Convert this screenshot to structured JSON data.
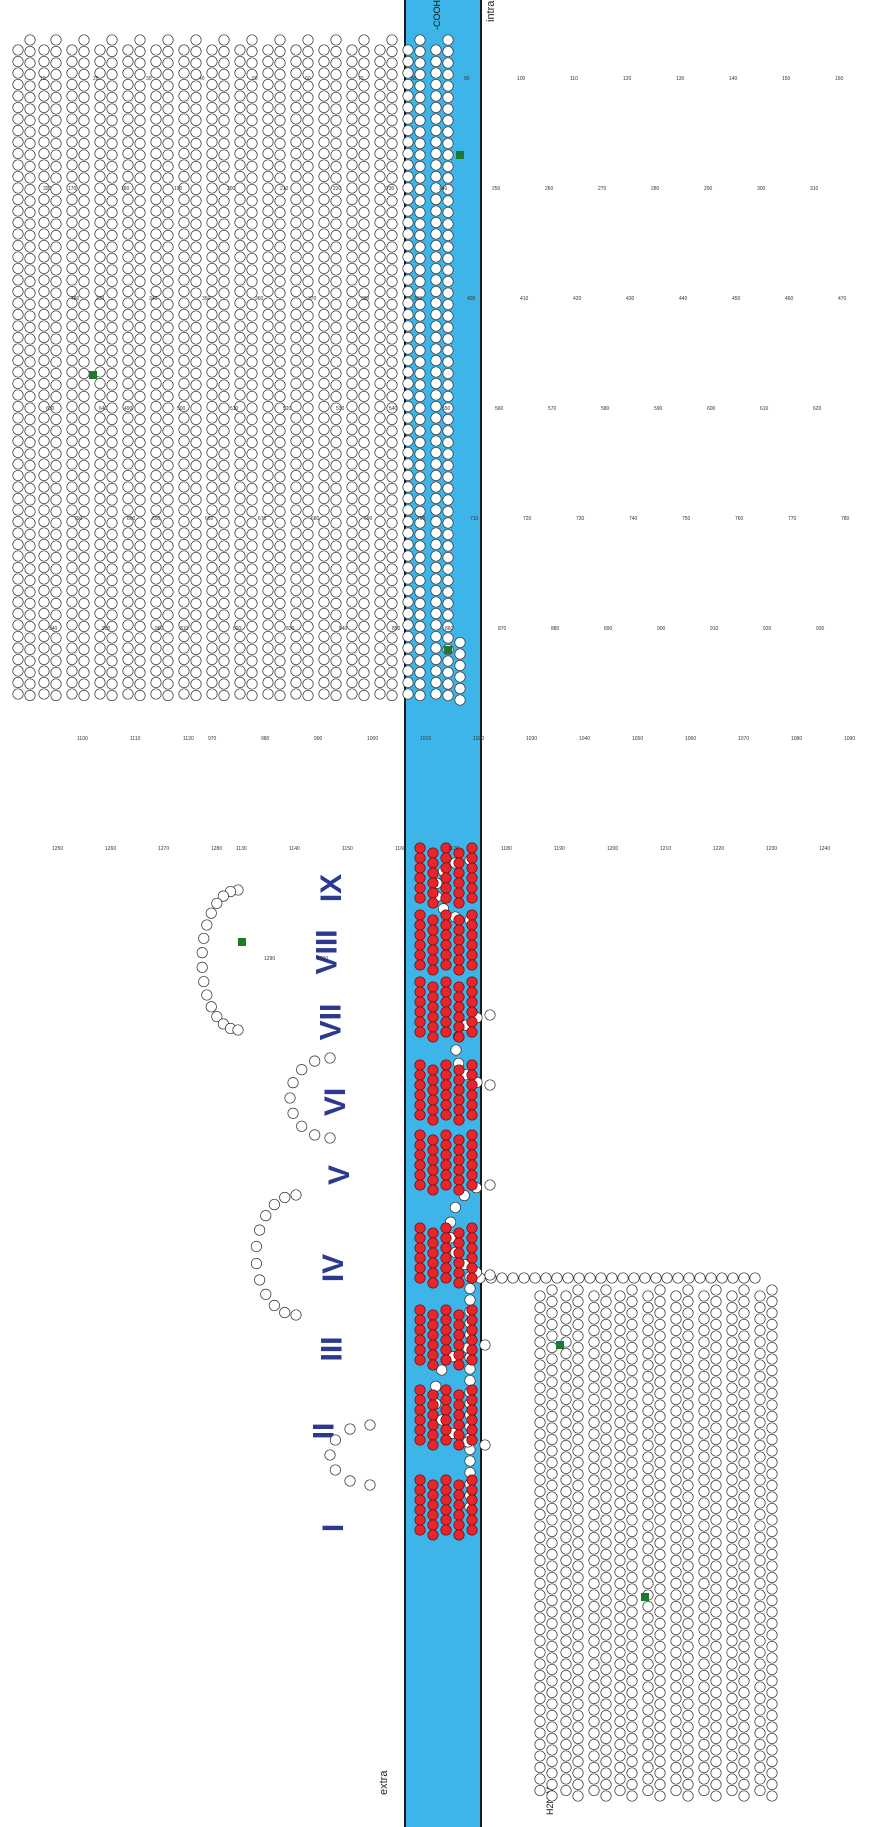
{
  "labels": {
    "extra": "extra",
    "intra": "intra",
    "n_terminus": "H2N-M",
    "c_terminus": "-COOH"
  },
  "helices": [
    "I",
    "II",
    "III",
    "IV",
    "V",
    "VI",
    "VII",
    "VIII",
    "IX"
  ],
  "residue_numbers": [
    "10",
    "20",
    "30",
    "40",
    "50",
    "60",
    "70",
    "80",
    "90",
    "100",
    "110",
    "120",
    "130",
    "140",
    "150",
    "160",
    "170",
    "180",
    "190",
    "200",
    "210",
    "220",
    "230",
    "240",
    "250",
    "260",
    "270",
    "280",
    "290",
    "300",
    "310",
    "320",
    "330",
    "340",
    "350",
    "360",
    "370",
    "380",
    "390",
    "400",
    "410",
    "420",
    "430",
    "440",
    "450",
    "460",
    "470",
    "480",
    "490",
    "500",
    "510",
    "520",
    "530",
    "540",
    "550",
    "560",
    "570",
    "580",
    "590",
    "600",
    "610",
    "620",
    "630",
    "640",
    "650",
    "660",
    "670",
    "680",
    "690",
    "700",
    "710",
    "720",
    "730",
    "740",
    "750",
    "760",
    "770",
    "780",
    "790",
    "800",
    "810",
    "820",
    "830",
    "840",
    "850",
    "860",
    "870",
    "880",
    "890",
    "900",
    "910",
    "920",
    "930",
    "940",
    "950",
    "960",
    "970",
    "980",
    "990",
    "1000",
    "1010",
    "1020",
    "1030",
    "1040",
    "1050",
    "1060",
    "1070",
    "1080",
    "1090",
    "1100",
    "1110",
    "1120",
    "1130",
    "1140",
    "1150",
    "1160",
    "1170",
    "1180",
    "1190",
    "1200",
    "1210",
    "1220",
    "1230",
    "1240",
    "1250",
    "1260",
    "1270",
    "1280",
    "1290",
    "1300"
  ],
  "colors": {
    "membrane": "#3eb5e8",
    "tm_residue": "#e8252b",
    "helix_label": "#2b3990",
    "glyco_marker": "#1f7a2e"
  }
}
